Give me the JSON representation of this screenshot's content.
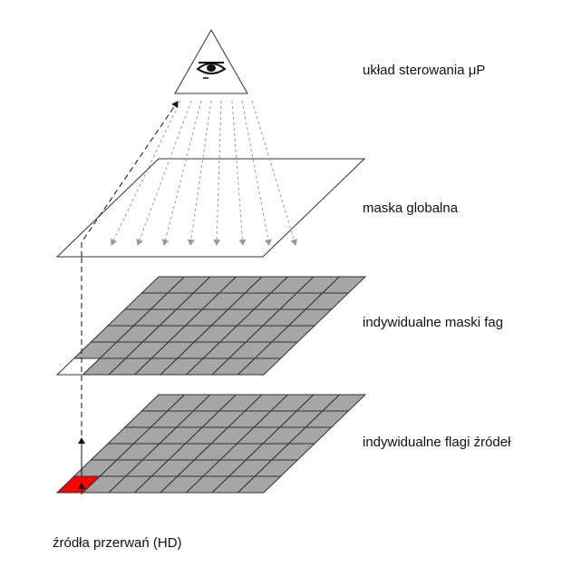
{
  "labels": {
    "controller": "układ sterowania μP",
    "global_mask": "maska globalna",
    "individual_masks": "indywidualne maski fag",
    "individual_flags": "indywidualne flagi źródeł",
    "sources": "źródła przerwań (HD)"
  },
  "grid": {
    "rows": 6,
    "cols": 8
  },
  "colors": {
    "cell_fill": "#a6a6a6",
    "unmasked_cell": "#ffffff",
    "active_flag": "#ff0000",
    "stroke": "#333333",
    "dotted_arrow": "#999999"
  },
  "icons": {
    "controller": "eye-in-triangle-icon"
  }
}
